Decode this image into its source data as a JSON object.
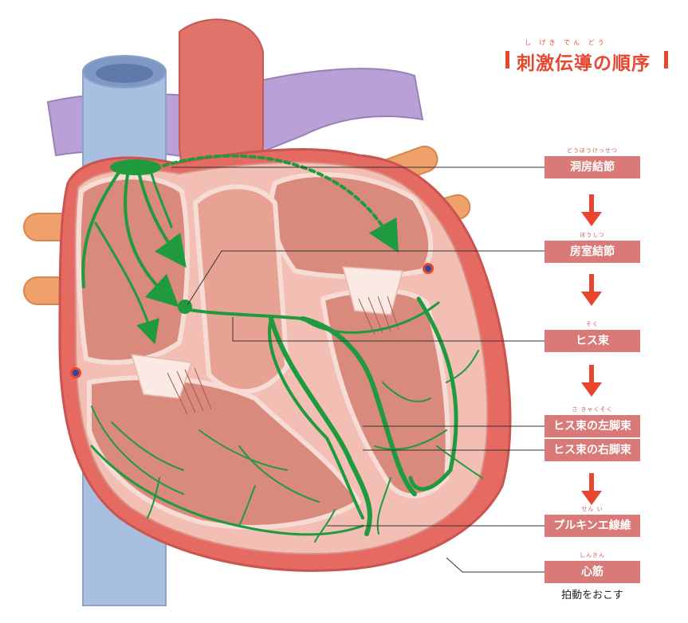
{
  "title": {
    "text": "刺激伝導の順序",
    "ruby": "し げき でん どう"
  },
  "steps": [
    {
      "label": "洞房結節",
      "ruby": "どうぼうけっせつ"
    },
    {
      "label": "房室結節",
      "ruby": "ぼうしつ"
    },
    {
      "label": "ヒス束",
      "ruby": "そく"
    },
    {
      "label": "ヒス束の左脚束",
      "ruby": "さ きゃくそく"
    },
    {
      "label": "ヒス束の右脚束",
      "ruby": ""
    },
    {
      "label": "プルキンエ線維",
      "ruby": "せん い"
    },
    {
      "label": "心筋",
      "ruby": "しんきん"
    }
  ],
  "caption": "拍動をおこす",
  "colors": {
    "accent": "#e8462f",
    "label_bg": "#d97a78",
    "conduction": "#1f9a3e",
    "vena_cava": "#a9bfe0",
    "aorta": "#e0736a",
    "pulmonary": "#b9a0d6",
    "myocardium": "#f0b8ae"
  }
}
